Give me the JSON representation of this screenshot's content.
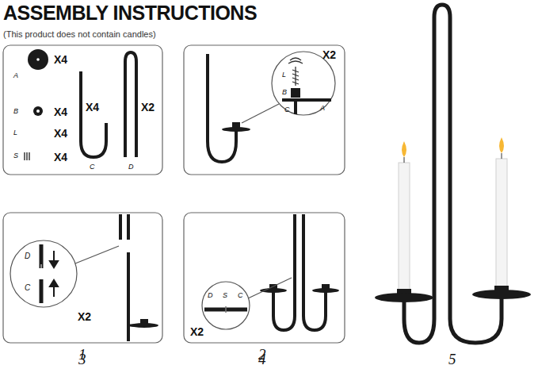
{
  "diagram": {
    "title": "ASSEMBLY INSTRUCTIONS",
    "labels": [
      "(This product does not contain candles)",
      "A",
      "X4",
      "B",
      "X4",
      "L",
      "X4",
      "S",
      "X4",
      "X4",
      "X2",
      "C",
      "D",
      "X2",
      "L",
      "B",
      "C",
      "A",
      "D",
      "C",
      "X2",
      "D",
      "S",
      "C",
      "X2",
      "1",
      "2",
      "3",
      "4",
      "5"
    ]
  }
}
